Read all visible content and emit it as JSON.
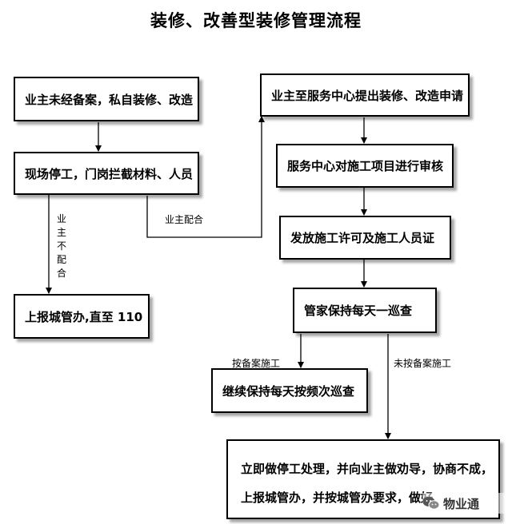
{
  "title": "装修、改善型装修管理流程",
  "boxes": {
    "unregistered": "业主未经备案，私自装修、改造",
    "stop_work": "现场停工，门岗拦截材料、人员",
    "report_city": "上报城管办,直至 110",
    "apply": "业主至服务中心提出装修、改造申请",
    "review": "服务中心对施工项目进行审核",
    "permit": "发放施工许可及施工人员证",
    "inspect": "管家保持每天一巡查",
    "continue": "继续保持每天按频次巡查",
    "final_lines": [
      "立即做停工处理，并向业主做劝导，协商不成，",
      "上报城管办，并按城管办要求，做好"
    ]
  },
  "labels": {
    "owner_cooperate": "业主配合",
    "owner_not_cooperate": [
      "业",
      "主",
      "不",
      "配",
      "合"
    ],
    "by_record": "按备案施工",
    "not_by_record": "未按备案施工"
  },
  "watermark": {
    "text": "物业通",
    "icon": "wechat-logo-icon"
  },
  "colors": {
    "border": "#000000",
    "background": "#ffffff"
  }
}
